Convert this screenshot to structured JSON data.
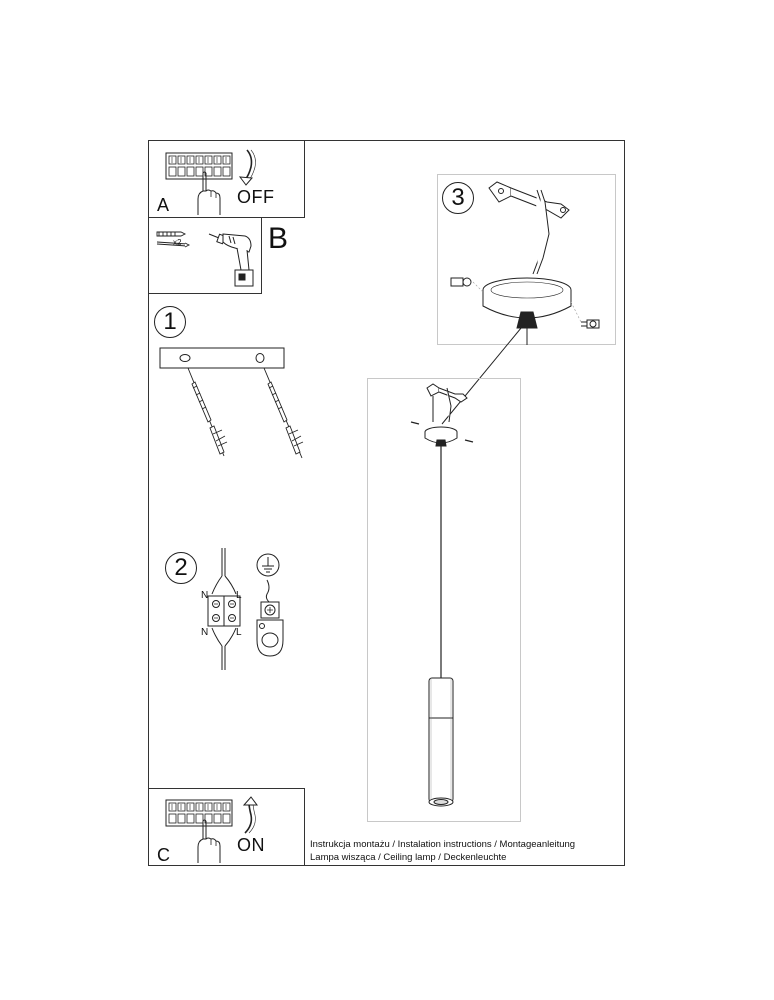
{
  "panels": {
    "a": {
      "letter": "A",
      "action": "OFF"
    },
    "b": {
      "letter": "B",
      "quantity": "x2"
    },
    "c": {
      "letter": "C",
      "action": "ON"
    }
  },
  "steps": {
    "step1": {
      "number": "1"
    },
    "step2": {
      "number": "2",
      "labels": {
        "n_top": "N",
        "l_top": "L",
        "n_bottom": "N",
        "l_bottom": "L"
      }
    },
    "step3": {
      "number": "3"
    }
  },
  "caption": {
    "line1": "Instrukcja montażu / Instalation instructions / Montageanleitung",
    "line2": "Lampa wisząca / Ceiling lamp / Deckenleuchte"
  },
  "icons": [
    "circuit-breaker-icon",
    "hand-icon",
    "arrow-icon",
    "drill-icon",
    "wall-plug-icon",
    "screw-icon",
    "ground-symbol-icon",
    "terminal-block-icon",
    "pendant-lamp-icon",
    "ceiling-canopy-icon"
  ]
}
